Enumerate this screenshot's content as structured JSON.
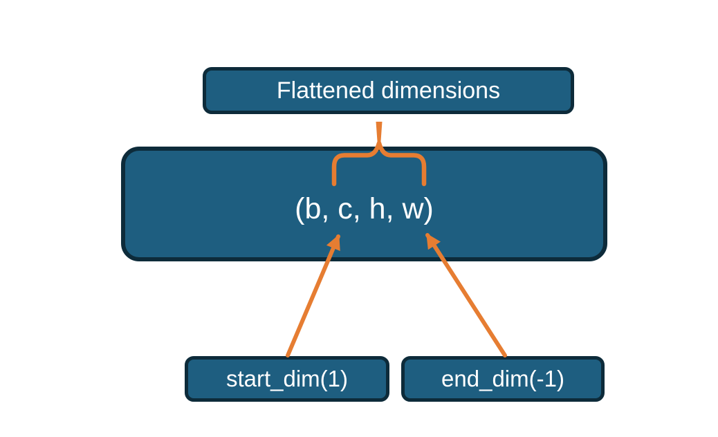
{
  "boxes": {
    "top": {
      "label": "Flattened dimensions"
    },
    "main": {
      "label": "(b, c, h, w)"
    },
    "start_dim": {
      "label": "start_dim(1)"
    },
    "end_dim": {
      "label": "end_dim(-1)"
    }
  },
  "connectors": {
    "brace": "curly brace grouping the c, h, w dimensions, linked upward to the Flattened dimensions box",
    "start_arrow": "arrow from start_dim(1) box pointing to dimension c",
    "end_arrow": "arrow from end_dim(-1) box pointing to dimension w"
  },
  "colors": {
    "background": "#ffffff",
    "box_fill": "#1e5e80",
    "box_border": "#0d2b3a",
    "accent": "#e67d32",
    "text": "#ffffff"
  }
}
